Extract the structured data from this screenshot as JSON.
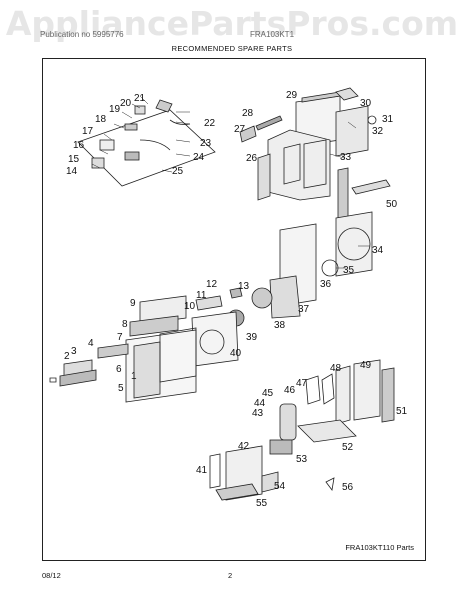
{
  "watermark": "AppliancePartsPros.com",
  "header": {
    "left": "Publication no 5995776",
    "right": "FRA103KT1",
    "subtitle": "RECOMMENDED SPARE PARTS"
  },
  "model_label": "FRA103KT110 Parts",
  "footer": {
    "date": "08/12",
    "page": "2"
  },
  "part_numbers": [
    "1",
    "2",
    "3",
    "4",
    "5",
    "6",
    "7",
    "8",
    "9",
    "10",
    "11",
    "12",
    "13",
    "14",
    "15",
    "16",
    "17",
    "18",
    "19",
    "20",
    "21",
    "22",
    "23",
    "24",
    "25",
    "26",
    "27",
    "28",
    "29",
    "30",
    "31",
    "32",
    "33",
    "34",
    "35",
    "36",
    "37",
    "38",
    "39",
    "40",
    "41",
    "42",
    "43",
    "44",
    "45",
    "46",
    "47",
    "48",
    "49",
    "50",
    "51",
    "52",
    "53",
    "54",
    "55",
    "56"
  ]
}
